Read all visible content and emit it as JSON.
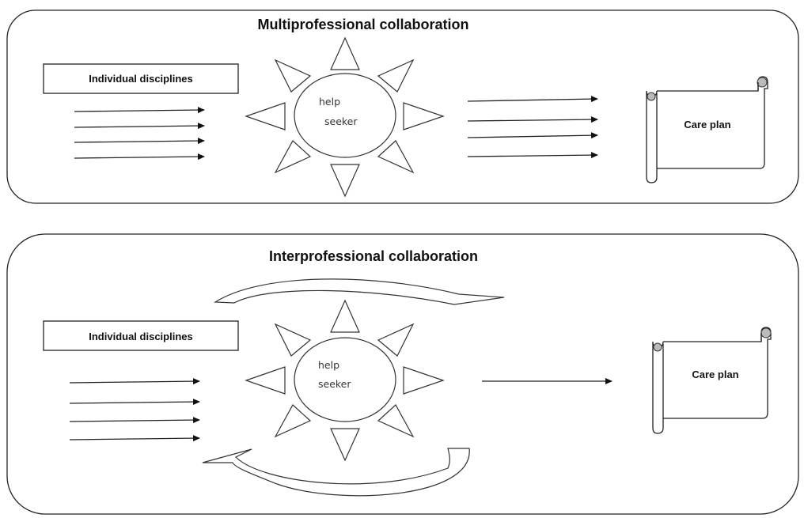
{
  "panels": [
    {
      "title": "Multiprofessional collaboration",
      "disciplines_label": "Individual disciplines",
      "center_label_line1": "help",
      "center_label_line2": "seeker",
      "output_label": "Care plan"
    },
    {
      "title": "Interprofessional collaboration",
      "disciplines_label": "Individual disciplines",
      "center_label_line1": "help",
      "center_label_line2": "seeker",
      "output_label": "Care plan"
    }
  ],
  "colors": {
    "line": "#222222",
    "background": "#ffffff"
  },
  "icons": [
    "sun-burst",
    "scroll",
    "curved-arrow"
  ]
}
